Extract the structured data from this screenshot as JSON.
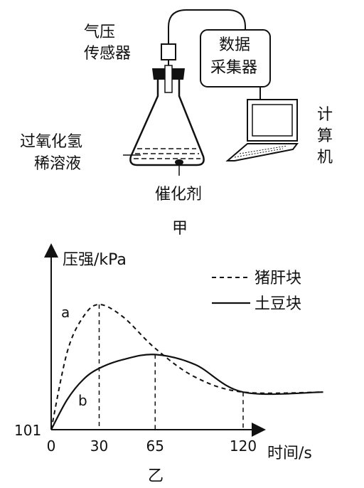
{
  "apparatus": {
    "sensor_label_line1": "气压",
    "sensor_label_line2": "传感器",
    "collector_label_line1": "数据",
    "collector_label_line2": "采集器",
    "computer_label": [
      "计",
      "算",
      "机"
    ],
    "solution_label_line1": "过氧化氢",
    "solution_label_line2": "稀溶液",
    "catalyst_label": "催化剂",
    "caption": "甲"
  },
  "graph": {
    "caption": "乙",
    "curve_letter_a": "a",
    "curve_letter_b": "b",
    "y_start_label": "101"
  },
  "chart_data": {
    "type": "line",
    "ylabel": "压强/kPa",
    "xlabel": "时间/s",
    "x_ticks": [
      "0",
      "30",
      "65",
      "120"
    ],
    "series": [
      {
        "name": "猪肝块",
        "style": "dashed",
        "points": [
          [
            0,
            0
          ],
          [
            10,
            0.62
          ],
          [
            20,
            0.9
          ],
          [
            30,
            1.0
          ],
          [
            45,
            0.9
          ],
          [
            65,
            0.65
          ],
          [
            90,
            0.42
          ],
          [
            120,
            0.3
          ],
          [
            170,
            0.3
          ]
        ]
      },
      {
        "name": "土豆块",
        "style": "solid",
        "points": [
          [
            0,
            0
          ],
          [
            10,
            0.24
          ],
          [
            20,
            0.4
          ],
          [
            30,
            0.49
          ],
          [
            45,
            0.56
          ],
          [
            65,
            0.6
          ],
          [
            90,
            0.52
          ],
          [
            120,
            0.3
          ],
          [
            170,
            0.3
          ]
        ]
      }
    ]
  }
}
